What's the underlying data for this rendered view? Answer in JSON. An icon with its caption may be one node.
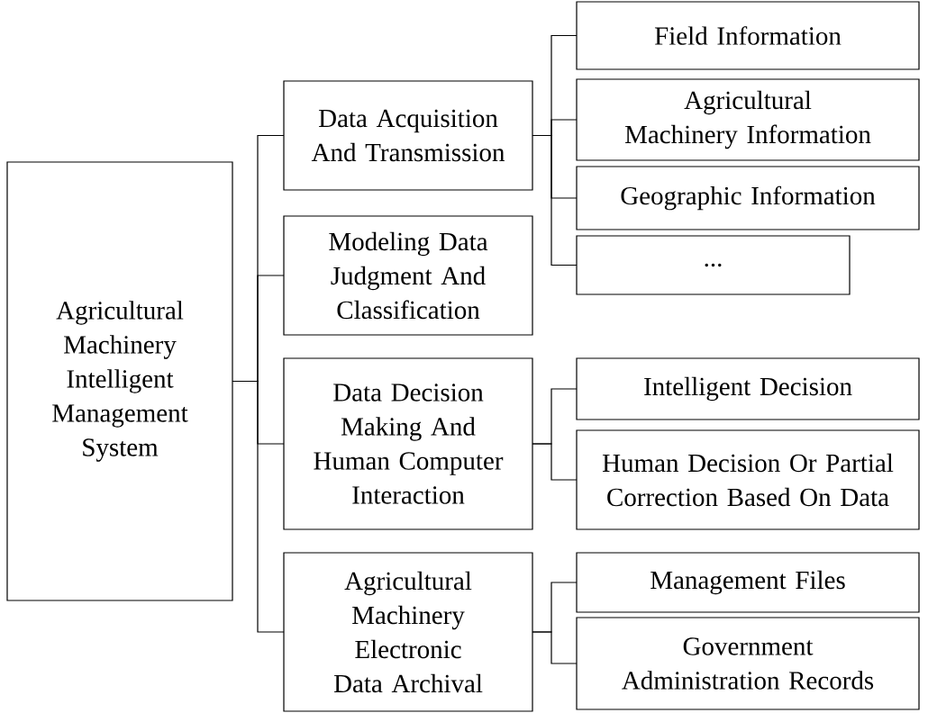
{
  "diagram": {
    "nodes": [
      {
        "text": [
          "Agricultural Machinery Intelligent Management System"
        ]
      },
      {
        "text": [
          "Data Acquisition And Transmission"
        ]
      },
      {
        "text": [
          "Modeling Data Judgment And Classification"
        ]
      },
      {
        "text": [
          "Data Decision Making And Human Computer Interaction"
        ]
      },
      {
        "text": [
          "Agricultural Machinery Electronic Data Archival"
        ]
      },
      {
        "text": [
          "Field Information"
        ]
      },
      {
        "text": [
          "Agricultural Machinery Information"
        ]
      },
      {
        "text": [
          "Geographic Information"
        ]
      },
      {
        "text": [
          "..."
        ]
      },
      {
        "text": [
          "Intelligent Decision"
        ]
      },
      {
        "text": [
          "Human Decision Or Partial Correction Based On Data"
        ]
      },
      {
        "text": [
          "Management Files"
        ]
      },
      {
        "text": [
          "Government Administration Records"
        ]
      }
    ],
    "edges": [
      {
        "from": 0,
        "to": 1,
        "arrow": "none"
      },
      {
        "from": 0,
        "to": 2,
        "arrow": "none"
      },
      {
        "from": 0,
        "to": 3,
        "arrow": "none"
      },
      {
        "from": 0,
        "to": 4,
        "arrow": "none"
      },
      {
        "from": 1,
        "to": 5,
        "arrow": "none"
      },
      {
        "from": 1,
        "to": 6,
        "arrow": "none"
      },
      {
        "from": 1,
        "to": 7,
        "arrow": "none"
      },
      {
        "from": 1,
        "to": 8,
        "arrow": "none"
      },
      {
        "from": 3,
        "to": 9,
        "arrow": "none"
      },
      {
        "from": 3,
        "to": 10,
        "arrow": "none"
      },
      {
        "from": 4,
        "to": 11,
        "arrow": "none"
      },
      {
        "from": 4,
        "to": 12,
        "arrow": "none"
      }
    ]
  }
}
